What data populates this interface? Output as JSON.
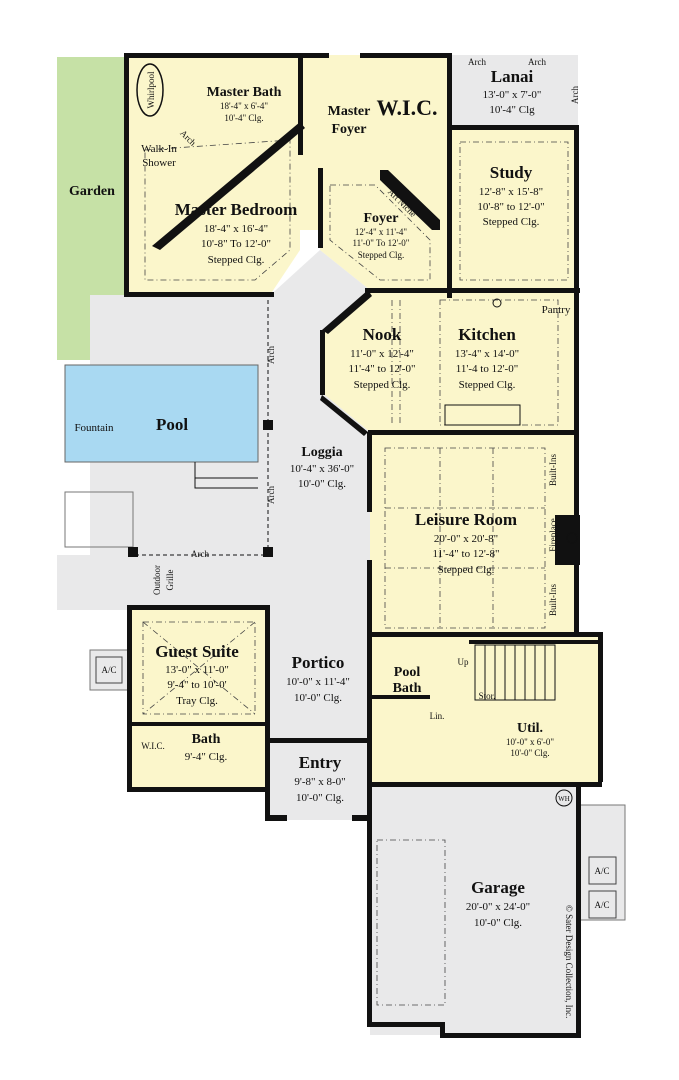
{
  "colors": {
    "interior": "#fbf6cb",
    "exterior": "#e9e9ea",
    "pool": "#a9d9f2",
    "garden": "#c6e1a6",
    "walls": "#111111"
  },
  "rooms": [
    {
      "name": "Master Bath",
      "dims": "18'-4\" x 6'-4\"",
      "clg": "10'-4\" Clg."
    },
    {
      "name_1": "Master",
      "name_2": "Foyer"
    },
    {
      "name": "W.I.C."
    },
    {
      "name": "Lanai",
      "dims": "13'-0\" x 7'-0\"",
      "clg": "10'-4\" Clg"
    },
    {
      "name": "Study",
      "dims": "12'-8\" x 15'-8\"",
      "clg": "10'-8\" to 12'-0\"",
      "type": "Stepped Clg."
    },
    {
      "name": "Master Bedroom",
      "dims": "18'-4\" x 16'-4\"",
      "clg": "10'-8\" To 12'-0\"",
      "type": "Stepped Clg."
    },
    {
      "name": "Foyer",
      "dims": "12'-4\" x 11'-4\"",
      "clg": "11'-0\" To 12'-0\"",
      "type": "Stepped Clg."
    },
    {
      "name": "Nook",
      "dims": "11'-0\" x 12'-4\"",
      "clg": "11'-4\" to 12'-0\"",
      "type": "Stepped Clg."
    },
    {
      "name": "Kitchen",
      "dims": "13'-4\" x 14'-0\"",
      "clg": "11'-4 to 12'-0\"",
      "type": "Stepped Clg."
    },
    {
      "name": "Pool"
    },
    {
      "name": "Loggia",
      "dims": "10'-4\" x 36'-0\"",
      "clg": "10'-0\" Clg."
    },
    {
      "name": "Leisure Room",
      "dims": "20'-0\" x 20'-8\"",
      "clg": "11'-4\" to 12'-8\"",
      "type": "Stepped Clg."
    },
    {
      "name": "Guest Suite",
      "dims": "13'-0\" x 11'-0\"",
      "clg": "9'-4\" to 10'-0'",
      "type": "Tray Clg."
    },
    {
      "name": "Portico",
      "dims": "10'-0\" x 11'-4\"",
      "clg": "10'-0\" Clg."
    },
    {
      "name_1": "Pool",
      "name_2": "Bath"
    },
    {
      "name": "Bath",
      "clg": "9'-4\" Clg."
    },
    {
      "name": "Entry",
      "dims": "9'-8\" x 8-0\"",
      "clg": "10'-0\" Clg."
    },
    {
      "name": "Util.",
      "dims": "10'-0\" x 6'-0\"",
      "clg": "10'-0\" Clg."
    },
    {
      "name": "Garage",
      "dims": "20'-0\" x 24'-0\"",
      "clg": "10'-0\" Clg."
    }
  ],
  "labels": {
    "garden": "Garden",
    "fountain": "Fountain",
    "whirlpool": "Whirlpool",
    "walk_in_1": "Walk-In",
    "walk_in_2": "Shower",
    "arch": "Arch",
    "art_niche": "Art Niche",
    "pantry": "Pantry",
    "built_ins": "Built-Ins",
    "fireplace": "Fireplace",
    "outdoor": "Outdoor",
    "grille": "Grille",
    "ac": "A/C",
    "wic": "W.I.C.",
    "up": "Up",
    "stor": "Stor.",
    "lin": "Lin.",
    "wh": "WH",
    "copyright": "© Sater Design Collection, Inc."
  }
}
